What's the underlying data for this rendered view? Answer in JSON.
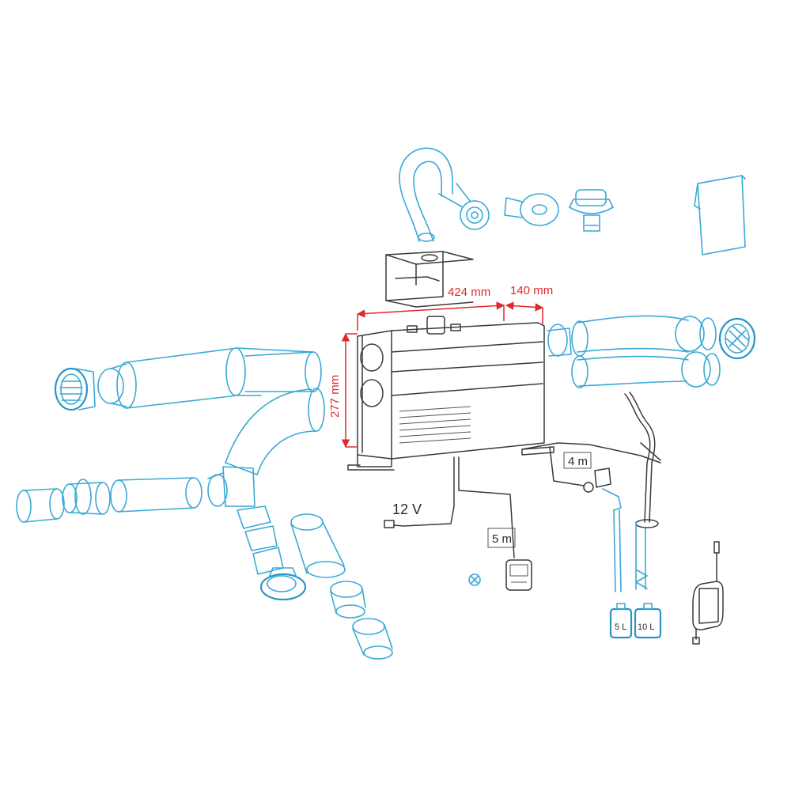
{
  "dimensions": {
    "width_label": "424 mm",
    "depth_label": "140 mm",
    "height_label": "277 mm"
  },
  "labels": {
    "voltage": "12 V",
    "cable_long": "5 m",
    "cable_short": "4 m"
  },
  "tanks": [
    {
      "label": "5 L"
    },
    {
      "label": "10 L"
    }
  ],
  "colors": {
    "accessory_outline": "#3aa9d6",
    "heater_outline": "#3a3a3a",
    "dimension": "#e0292a"
  }
}
